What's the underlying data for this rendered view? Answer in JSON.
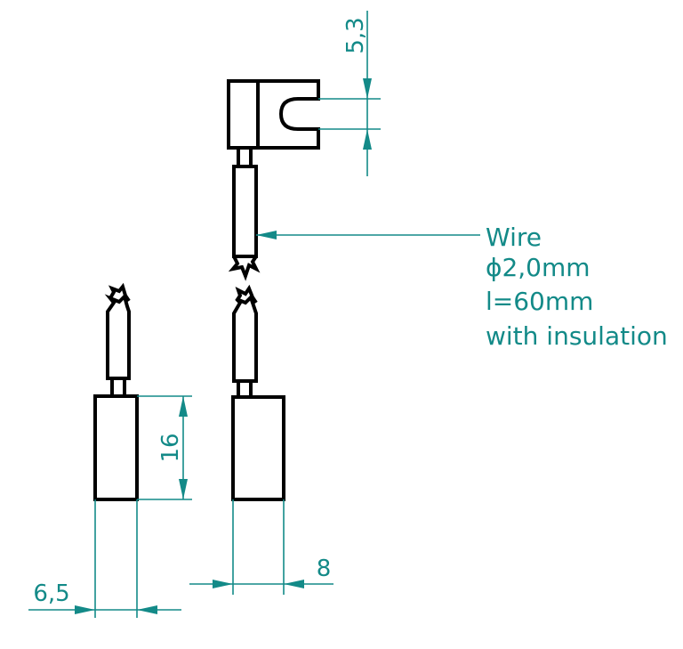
{
  "drawing": {
    "colors": {
      "part": "#000000",
      "dimension": "#138a88",
      "background": "#ffffff"
    },
    "dimensions": {
      "slot": "5,3",
      "left_brush_height": "16",
      "left_brush_width": "6,5",
      "right_brush_width": "8"
    },
    "wire_callout": {
      "line1": "Wire",
      "line2": "ϕ2,0mm",
      "line3": "l=60mm",
      "line4": "with insulation"
    }
  }
}
